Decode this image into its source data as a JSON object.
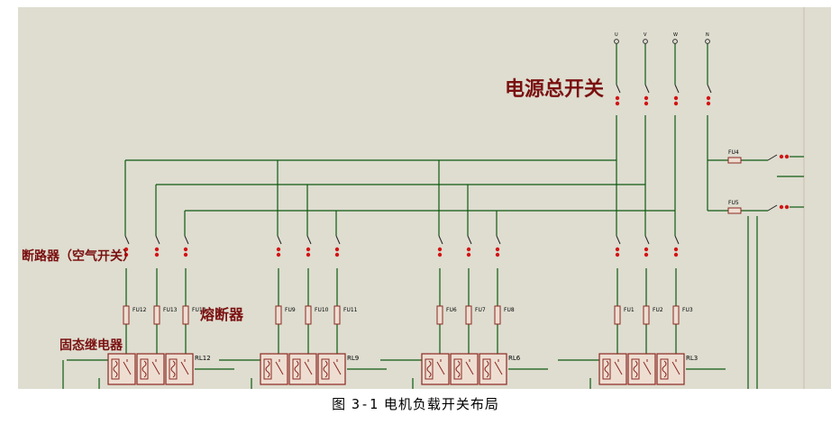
{
  "labels": {
    "main_switch": "电源总开关",
    "breaker": "断路器（空气开关）",
    "fuse": "熔断器",
    "ssr": "固态继电器"
  },
  "caption": {
    "prefix": "图 ",
    "number": "3-1",
    "text": " 电机负载开关布局"
  },
  "phase_terminals": [
    "U",
    "V",
    "W",
    "N"
  ],
  "fuse_tags": [
    "FU12",
    "FU13",
    "FU14",
    "FU9",
    "FU10",
    "FU11",
    "FU6",
    "FU7",
    "FU8",
    "FU1",
    "FU2",
    "FU3"
  ],
  "fuse_extra": [
    "FU4",
    "FU5"
  ],
  "relay_tags": [
    "RL12",
    "RL9",
    "RL6",
    "RL3"
  ],
  "colors": {
    "panel": "#deddd0",
    "wire": "#0e5a10",
    "comp": "#8c2820",
    "comp_fill": "#eeded2",
    "dot": "#d21414",
    "label": "#7a1010",
    "text": "#000000",
    "frame": "#cdbcae"
  }
}
